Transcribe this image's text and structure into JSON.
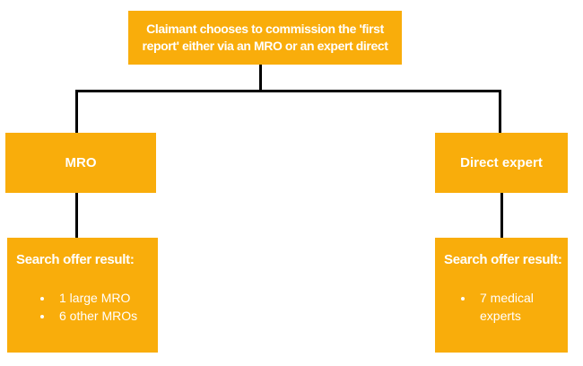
{
  "colors": {
    "box": "#F9AD0B",
    "text": "#FFFFFF",
    "connector": "#000000",
    "background": "#FFFFFF"
  },
  "flowchart": {
    "root": {
      "label": "Claimant chooses to commission the 'first report' either via an MRO or an expert direct",
      "line1": "Claimant chooses to commission the 'first",
      "line2": "report' either via an MRO or an expert direct"
    },
    "branches": [
      {
        "label": "MRO",
        "result": {
          "heading": "Search offer result:",
          "bullets": [
            "1 large MRO",
            "6 other MROs"
          ]
        }
      },
      {
        "label": "Direct expert",
        "result": {
          "heading": "Search offer result:",
          "bullets": [
            "7 medical experts"
          ]
        }
      }
    ]
  }
}
